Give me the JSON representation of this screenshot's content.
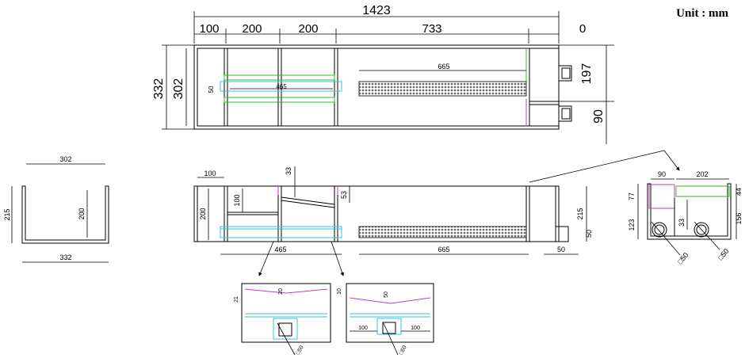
{
  "unit_label": "Unit : mm",
  "top_view": {
    "overall_width": "1423",
    "segments": [
      "100",
      "200",
      "200",
      "733",
      "0"
    ],
    "overall_height": "332",
    "inner_height": "302",
    "right_dims": [
      "197",
      "90"
    ],
    "pipe_width": "465",
    "pipe_height": "50",
    "strainer_length": "665"
  },
  "side_view": {
    "dims": {
      "first_chamber": "100",
      "chamber_height": "200",
      "weir_height": "100",
      "slope_offset": "33",
      "slope_right": "53",
      "pipe_length": "465",
      "strainer_length": "665",
      "outer_height": "215",
      "outlet_height": "50",
      "outlet_width": "50"
    }
  },
  "end_view": {
    "top_width": "302",
    "bottom_width": "332",
    "outer_height": "215",
    "inner_height": "200"
  },
  "detail_right": {
    "d90": "90",
    "d202": "202",
    "d77": "77",
    "d123": "123",
    "d33": "33",
    "d44": "44",
    "d156": "156",
    "pipe1": "□50",
    "pipe2": "□50"
  },
  "section_a": {
    "d21": "21",
    "d20": "20",
    "pipe": "□50"
  },
  "section_b": {
    "d10": "10",
    "d50": "50",
    "left100": "100",
    "right100": "100",
    "pipe": "□50"
  }
}
